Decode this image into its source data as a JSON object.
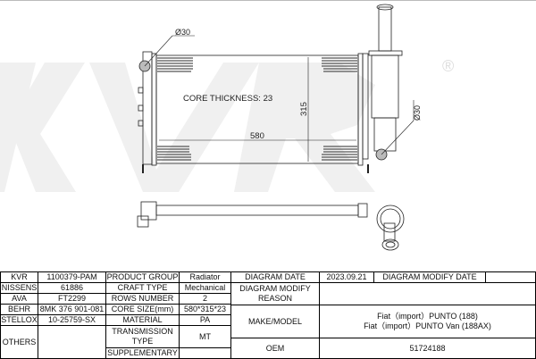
{
  "watermark": {
    "brand": "KVR",
    "registered": "®"
  },
  "drawing": {
    "core_thickness_label": "CORE THICKNESS: 23",
    "width_dim": "580",
    "height_dim": "315",
    "inlet_dia": "Ø30",
    "outlet_dia": "Ø30"
  },
  "table": {
    "left": [
      {
        "brand": "KVR",
        "code": "1100379-PAM",
        "label": "PRODUCT GROUP",
        "value": "Radiator"
      },
      {
        "brand": "NISSENS",
        "code": "61886",
        "label": "CRAFT TYPE",
        "value": "Mechanical"
      },
      {
        "brand": "AVA",
        "code": "FT2299",
        "label": "ROWS NUMBER",
        "value": "2"
      },
      {
        "brand": "BEHR",
        "code": "8MK 376 901-081",
        "label": "CORE SIZE(mm)",
        "value": "580*315*23"
      },
      {
        "brand": "STELLOX",
        "code": "10-25759-SX",
        "label": "MATERIAL",
        "value": "PA"
      },
      {
        "brand": "OTHERS",
        "code": "",
        "label": "TRANSMISSION TYPE",
        "value": "MT"
      },
      {
        "label": "SUPPLEMENTARY",
        "value": ""
      }
    ],
    "right": {
      "diagram_date_label": "DIAGRAM DATE",
      "diagram_date": "2023.09.21",
      "modify_date_label": "DIAGRAM MODIFY DATE",
      "modify_date": "",
      "modify_reason_label": "DIAGRAM MODIFY REASON",
      "modify_reason": "",
      "make_model_label": "MAKE/MODEL",
      "make_model": [
        "Fiat（import）PUNTO (188)",
        "Fiat（import）PUNTO Van (188AX)"
      ],
      "oem_label": "OEM",
      "oem": "51724188"
    }
  }
}
